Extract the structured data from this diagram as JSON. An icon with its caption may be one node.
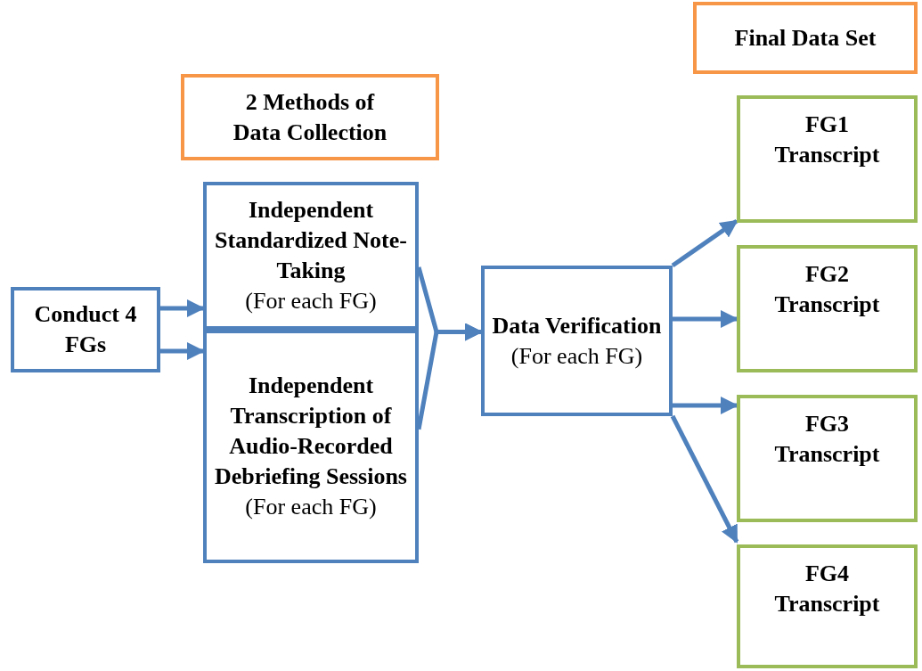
{
  "diagram": {
    "nodes": [
      {
        "text": [
          "Conduct 4 FGs"
        ]
      },
      {
        "text": [
          "2 Methods of Data Collection"
        ]
      },
      {
        "text": [
          "Independent Standardized Note-Taking",
          "(For each FG)"
        ]
      },
      {
        "text": [
          "Independent Transcription of Audio-Recorded Debriefing Sessions",
          "(For each FG)"
        ]
      },
      {
        "text": [
          "Data Verification",
          "(For each FG)"
        ]
      },
      {
        "text": [
          "Final Data Set"
        ]
      },
      {
        "text": [
          "FG1 Transcript"
        ]
      },
      {
        "text": [
          "FG2 Transcript"
        ]
      },
      {
        "text": [
          "FG3 Transcript"
        ]
      },
      {
        "text": [
          "FG4 Transcript"
        ]
      }
    ],
    "edges": [
      {
        "from": 0,
        "to": 2,
        "arrow": "to"
      },
      {
        "from": 0,
        "to": 3,
        "arrow": "to"
      },
      {
        "from": 2,
        "to": 4,
        "arrow": "to"
      },
      {
        "from": 3,
        "to": 4,
        "arrow": "to"
      },
      {
        "from": 4,
        "to": 6,
        "arrow": "to"
      },
      {
        "from": 4,
        "to": 7,
        "arrow": "to"
      },
      {
        "from": 4,
        "to": 8,
        "arrow": "to"
      },
      {
        "from": 4,
        "to": 9,
        "arrow": "to"
      }
    ]
  }
}
